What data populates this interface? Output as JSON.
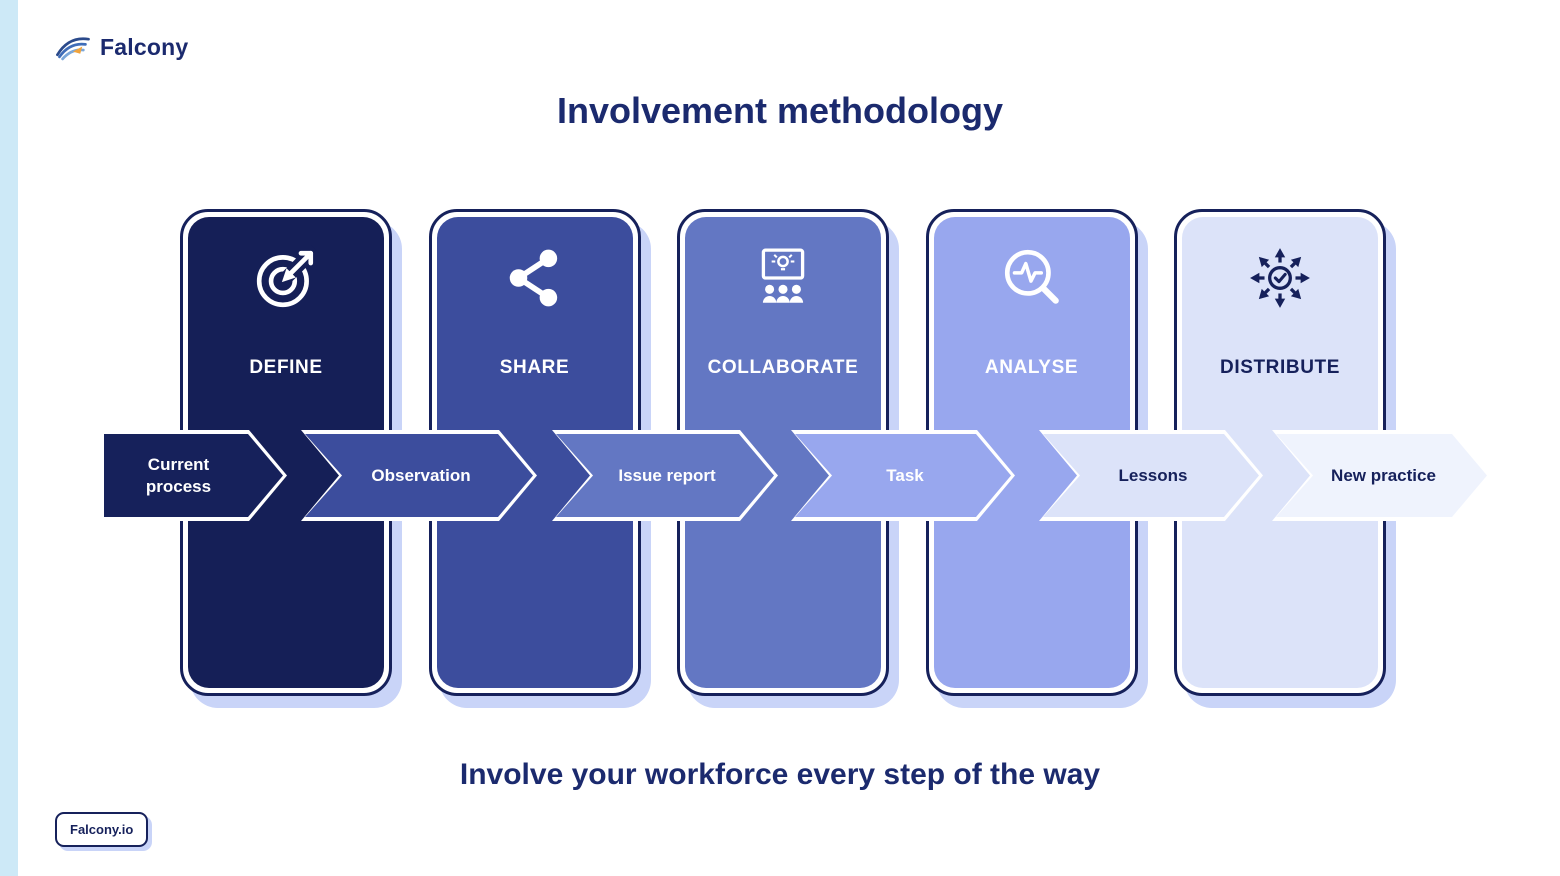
{
  "brand": {
    "logo_text": "Falcony",
    "footer_badge": "Falcony.io"
  },
  "title": "Involvement methodology",
  "tagline": "Involve your workforce every step of the way",
  "colors": {
    "navy": "#16215b",
    "heading_text": "#1b2a6e",
    "card_shadow": "#c9d4f8",
    "left_strip": "#cde9f7",
    "logo_orange": "#f0a33c",
    "logo_blue": "#3f6db8"
  },
  "stages": [
    {
      "label": "DEFINE",
      "icon": "target-icon",
      "bg": "#151f57",
      "text_color": "#ffffff"
    },
    {
      "label": "SHARE",
      "icon": "share-icon",
      "bg": "#3c4d9d",
      "text_color": "#ffffff"
    },
    {
      "label": "COLLABORATE",
      "icon": "presentation-audience-icon",
      "bg": "#6377c3",
      "text_color": "#ffffff"
    },
    {
      "label": "ANALYSE",
      "icon": "magnifier-pulse-icon",
      "bg": "#98a7ee",
      "text_color": "#ffffff"
    },
    {
      "label": "DISTRIBUTE",
      "icon": "distribute-arrows-icon",
      "bg": "#dce3f9",
      "text_color": "#16215b"
    }
  ],
  "arrows": [
    {
      "label": "Current process",
      "bg": "#16215b",
      "text_color": "#ffffff"
    },
    {
      "label": "Observation",
      "bg": "#3c4d9d",
      "text_color": "#ffffff"
    },
    {
      "label": "Issue report",
      "bg": "#6377c3",
      "text_color": "#ffffff"
    },
    {
      "label": "Task",
      "bg": "#98a7ee",
      "text_color": "#ffffff"
    },
    {
      "label": "Lessons",
      "bg": "#dce3f9",
      "text_color": "#16215b"
    },
    {
      "label": "New practice",
      "bg": "#eff3fd",
      "text_color": "#16215b"
    }
  ]
}
